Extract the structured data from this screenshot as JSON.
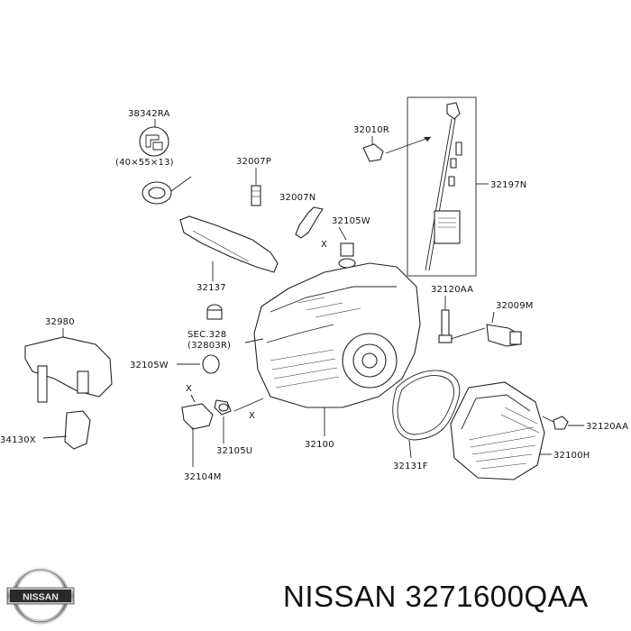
{
  "brand": {
    "logo_text": "NISSAN",
    "caption": "NISSAN 3271600QAA"
  },
  "labels": {
    "p38342RA": "38342RA",
    "dims": "(40×55×13)",
    "p32010R": "32010R",
    "p32007P": "32007P",
    "p32007N": "32007N",
    "p32197N": "32197N",
    "p32105W_top": "32105W",
    "x_top": "X",
    "p32137": "32137",
    "p32120AA_top": "32120AA",
    "p32980": "32980",
    "sec328": "SEC.328",
    "p32803R": "(32803R)",
    "p32009M": "32009M",
    "p32105W_left": "32105W",
    "x_left1": "X",
    "x_left2": "X",
    "p34130X": "34130X",
    "p32105U": "32105U",
    "p32100": "32100",
    "p32120AA_right": "32120AA",
    "p32100H": "32100H",
    "p32131F": "32131F",
    "p32104M": "32104M"
  }
}
